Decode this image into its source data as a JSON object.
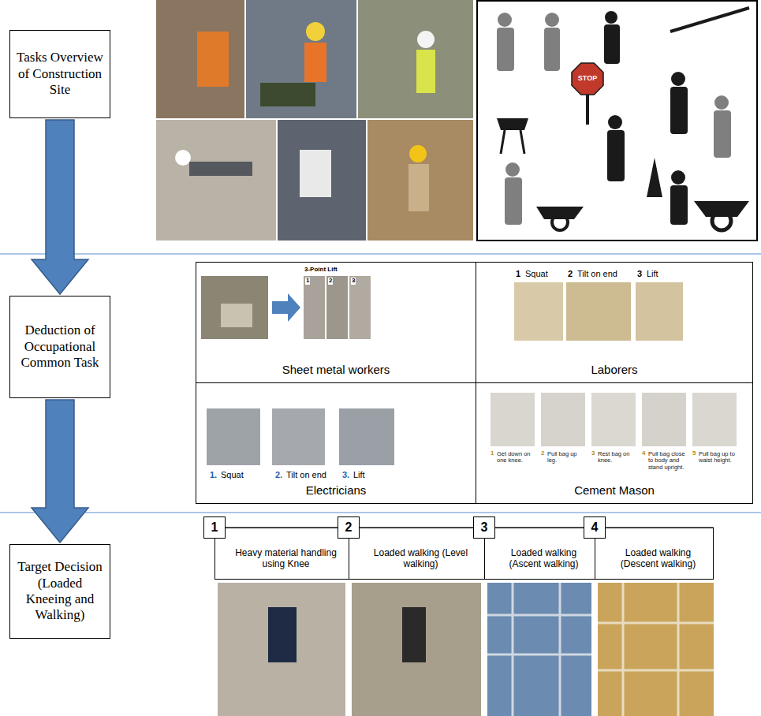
{
  "diagram": {
    "nodes": [
      {
        "text": [
          "Tasks Overview of Construction Site"
        ]
      },
      {
        "text": [
          "Deduction of Occupational Common Task"
        ]
      },
      {
        "text": [
          "Target Decision (Loaded Kneeing and Walking)"
        ]
      },
      {
        "text": [
          "Sheet metal workers"
        ]
      },
      {
        "text": [
          "Laborers"
        ]
      },
      {
        "text": [
          "Electricians"
        ]
      },
      {
        "text": [
          "Cement Mason"
        ]
      },
      {
        "text": [
          "1"
        ]
      },
      {
        "text": [
          "Heavy material handling using Knee"
        ]
      },
      {
        "text": [
          "2"
        ]
      },
      {
        "text": [
          "Loaded walking (Level walking)"
        ]
      },
      {
        "text": [
          "3"
        ]
      },
      {
        "text": [
          "Loaded walking (Ascent walking)"
        ]
      },
      {
        "text": [
          "4"
        ]
      },
      {
        "text": [
          "Loaded walking (Descent walking)"
        ]
      }
    ],
    "edges": [
      {
        "from": 0,
        "to": 1,
        "arrow": "to"
      },
      {
        "from": 1,
        "to": 2,
        "arrow": "to"
      }
    ],
    "labels": [
      "STOP",
      "3-Point Lift",
      "1",
      "2",
      "3",
      "1",
      "Squat",
      "2",
      "Tilt on end",
      "3",
      "Lift",
      "1.",
      "Squat",
      "2.",
      "Tilt on end",
      "3.",
      "Lift",
      "1",
      "Get down on one knee.",
      "2",
      "Pull bag up leg.",
      "3",
      "Rest bag on knee.",
      "4",
      "Pull bag close to body and stand upright.",
      "5",
      "Pull bag up to waist height."
    ]
  }
}
